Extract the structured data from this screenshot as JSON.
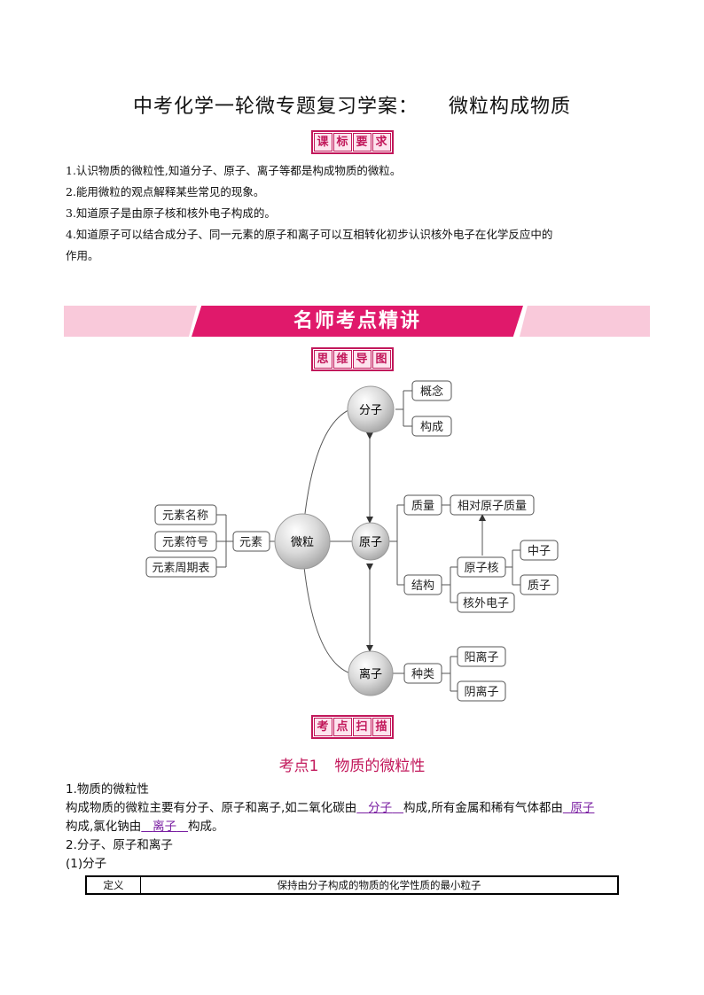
{
  "title": {
    "main": "中考化学一轮微专题复习学案：",
    "topic": "微粒构成物质"
  },
  "tags": {
    "curriculum": [
      "课",
      "标",
      "要",
      "求"
    ],
    "mindmap": [
      "思",
      "维",
      "导",
      "图"
    ],
    "scan": [
      "考",
      "点",
      "扫",
      "描"
    ]
  },
  "requirements": [
    "1.认识物质的微粒性,知道分子、原子、离子等都是构成物质的微粒。",
    "2.能用微粒的观点解释某些常见的现象。",
    "3.知道原子是由原子核和核外电子构成的。",
    "4.知道原子可以结合成分子、同一元素的原子和离子可以互相转化初步认识核外电子在化学反应中的",
    "作用。"
  ],
  "banner": "名师考点精讲",
  "mindmap": {
    "molecule": "分子",
    "concept": "概念",
    "composition": "构成",
    "particle": "微粒",
    "element": "元素",
    "element_name": "元素名称",
    "element_symbol": "元素符号",
    "periodic_table": "元素周期表",
    "atom": "原子",
    "mass": "质量",
    "relative_atomic_mass": "相对原子质量",
    "structure": "结构",
    "nucleus": "原子核",
    "neutron": "中子",
    "proton": "质子",
    "electrons": "核外电子",
    "ion": "离子",
    "kind": "种类",
    "cation": "阳离子",
    "anion": "阴离子"
  },
  "keypoint": {
    "label": "考点1",
    "name": "物质的微粒性"
  },
  "section1": {
    "heading": "1.物质的微粒性",
    "p1_a": "构成物质的微粒主要有分子、原子和离子,如二氧化碳由",
    "blank1": "分子",
    "p1_b": "构成,所有金属和稀有气体都由",
    "blank2": "原子",
    "p2_a": "构成,氯化钠由",
    "blank3": "离子",
    "p2_b": "构成。"
  },
  "section2": {
    "heading": "2.分子、原子和离子",
    "sub": "(1)分子"
  },
  "table": {
    "label": "定义",
    "value": "保持由分子构成的物质的化学性质的最小粒子"
  }
}
